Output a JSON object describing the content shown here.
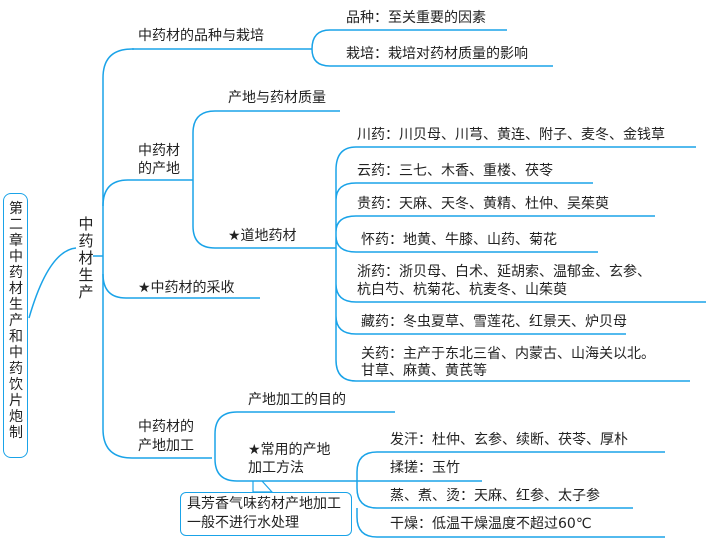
{
  "root": {
    "title": "第二章　中药材生产和中药饮片炮制"
  },
  "center": {
    "title": "中药材生产"
  },
  "branches": {
    "variety": {
      "label": "中药材的品种与栽培",
      "items": [
        "品种：至关重要的因素",
        "栽培：栽培对药材质量的影响"
      ]
    },
    "origin": {
      "label_line1": "中药材",
      "label_line2": "的产地",
      "quality": "产地与药材质量",
      "daodi": {
        "label": "★道地药材",
        "items": [
          "川药：川贝母、川芎、黄连、附子、麦冬、金钱草",
          "云药：三七、木香、重楼、茯苓",
          "贵药：天麻、天冬、黄精、杜仲、吴茱萸",
          "怀药：地黄、牛膝、山药、菊花",
          "浙药：浙贝母、白术、延胡索、温郁金、玄参、",
          "杭白芍、杭菊花、杭麦冬、山茱萸",
          "藏药：冬虫夏草、雪莲花、红景天、炉贝母",
          "关药：主产于东北三省、内蒙古、山海关以北。",
          "甘草、麻黄、黄芪等"
        ]
      }
    },
    "harvest": {
      "label": "★中药材的采收"
    },
    "processing": {
      "label_line1": "中药材的",
      "label_line2": "产地加工",
      "purpose": "产地加工的目的",
      "methods": {
        "label_line1": "★常用的产地",
        "label_line2": "加工方法",
        "items": [
          "发汗：杜仲、玄参、续断、茯苓、厚朴",
          "揉搓：玉竹",
          "蒸、煮、烫：天麻、红参、太子参",
          "干燥：低温干燥温度不超过60℃"
        ]
      },
      "note": "具芳香气味药材产地加工一般不进行水处理"
    }
  },
  "colors": {
    "line": "#1aa3e8",
    "text": "#222222"
  }
}
